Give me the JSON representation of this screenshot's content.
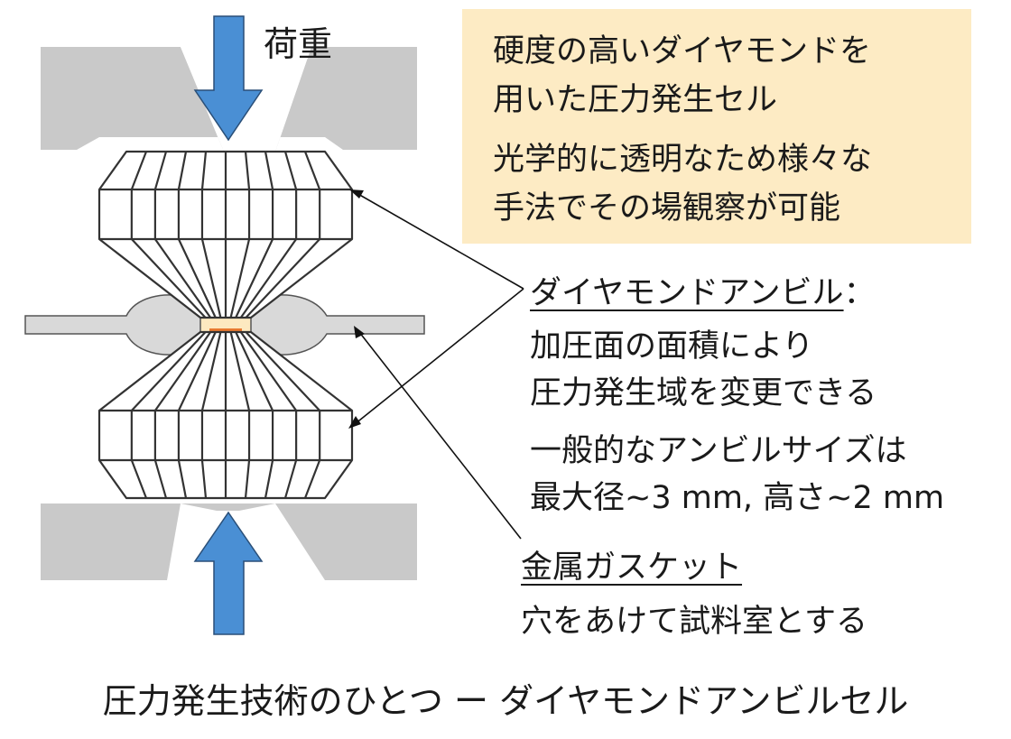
{
  "load_label": "荷重",
  "info_box": {
    "paragraph_1": [
      "硬度の高いダイヤモンドを",
      "用いた圧力発生セル"
    ],
    "paragraph_2": [
      "光学的に透明なため様々な",
      "手法でその場観察が可能"
    ]
  },
  "anvil": {
    "title": "ダイヤモンドアンビル",
    "title_suffix": "：",
    "desc_1": [
      "加圧面の面積により",
      "圧力発生域を変更できる"
    ],
    "desc_2": [
      "一般的なアンビルサイズは",
      "最大径~3 mm, 高さ~2 mm"
    ]
  },
  "gasket": {
    "title": "金属ガスケット",
    "desc": "穴をあけて試料室とする"
  },
  "caption": "圧力発生技術のひとつ ー ダイヤモンドアンビルセル",
  "colors": {
    "arrow_fill": "#4a8fd4",
    "arrow_stroke": "#2a4f78",
    "press_block": "#c9c9c9",
    "gasket": "#d6d6d6",
    "info_box": "#fdebc4",
    "sample": "#fde9c0",
    "sample_dot": "#e87a30"
  }
}
